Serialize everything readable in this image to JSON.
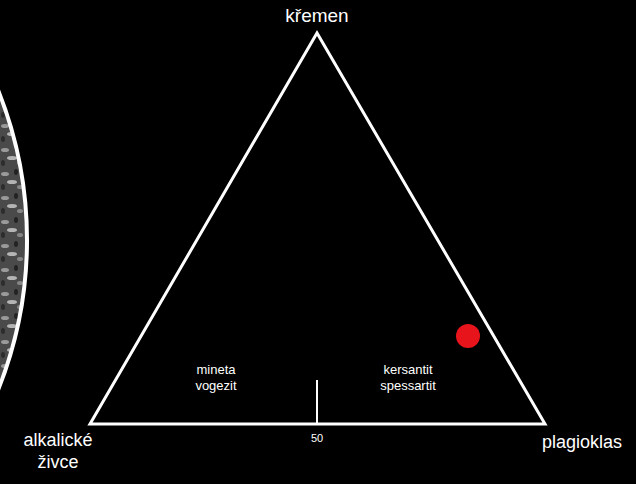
{
  "diagram": {
    "labels": [
      "křemen",
      "mineta vogezit",
      "kersantit spessartit",
      "50",
      "alkalické živce",
      "plagioklas"
    ]
  }
}
